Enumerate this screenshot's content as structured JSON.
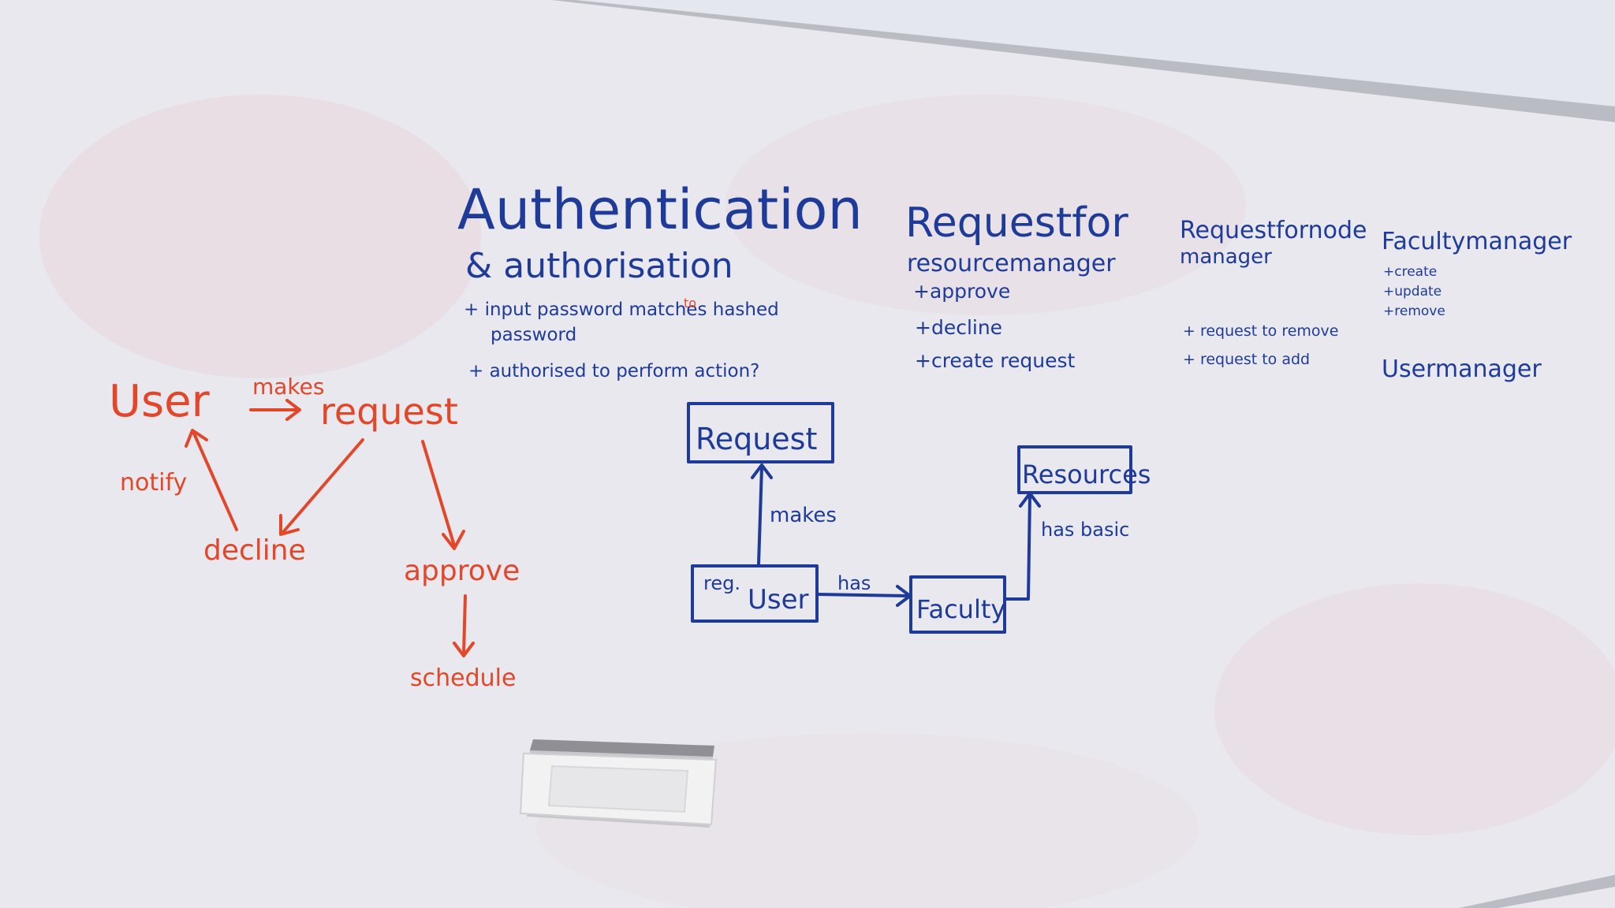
{
  "colors": {
    "ink_blue": "#1f3b9a",
    "ink_red": "#e2472a",
    "board": "#e9eaf0",
    "wall": "#dfe4ea",
    "frame": "#b9bcc2",
    "eraser": "#f1f1f1"
  },
  "auth": {
    "title": "Authentication",
    "subtitle": "& authorisation",
    "item1": "+ input password matches hashed",
    "item1_insert": "to",
    "item1_cont": "password",
    "item2": "+ authorised to perform action?"
  },
  "req_resource": {
    "title_line1": "Requestfor",
    "title_line2": "resourcemanager",
    "items": [
      "+approve",
      "+decline",
      "+create request"
    ]
  },
  "req_node": {
    "title_line1": "Requestfornode",
    "title_line2": "manager",
    "items": [
      "+ request to remove",
      "+ request to add"
    ]
  },
  "faculty_mgr": {
    "title": "Facultymanager",
    "items": [
      "+create",
      "+update",
      "+remove"
    ],
    "user_mgr": "Usermanager"
  },
  "flow": {
    "user": "User",
    "makes": "makes",
    "request": "request",
    "notify": "notify",
    "decline": "decline",
    "approve": "approve",
    "schedule": "schedule"
  },
  "entity": {
    "request": "Request",
    "makes": "makes",
    "reg": "reg.",
    "user": "User",
    "has": "has",
    "faculty": "Faculty",
    "has_basic": "has basic",
    "resources": "Resources"
  }
}
